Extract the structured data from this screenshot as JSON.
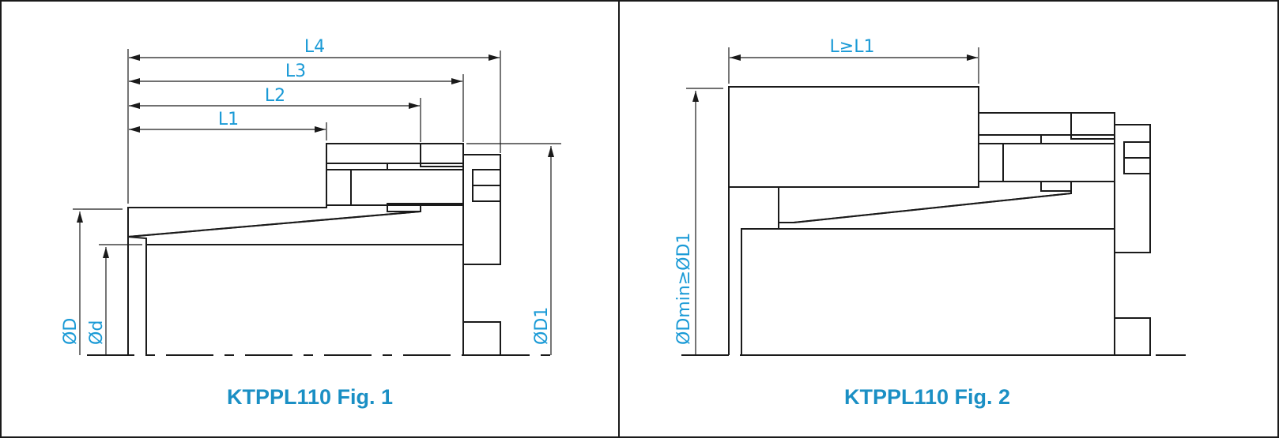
{
  "figures": [
    {
      "title": "KTPPL110 Fig. 1",
      "dimensions": {
        "l1": "L1",
        "l2": "L2",
        "l3": "L3",
        "l4": "L4",
        "dia_D": "ØD",
        "dia_d": "Ød",
        "dia_D1": "ØD1"
      }
    },
    {
      "title": "KTPPL110 Fig. 2",
      "dimensions": {
        "length": "L≥L1",
        "dia": "ØDmin≥ØD1"
      }
    }
  ],
  "colors": {
    "accent": "#1a9ad6",
    "line": "#1a1a1a"
  }
}
